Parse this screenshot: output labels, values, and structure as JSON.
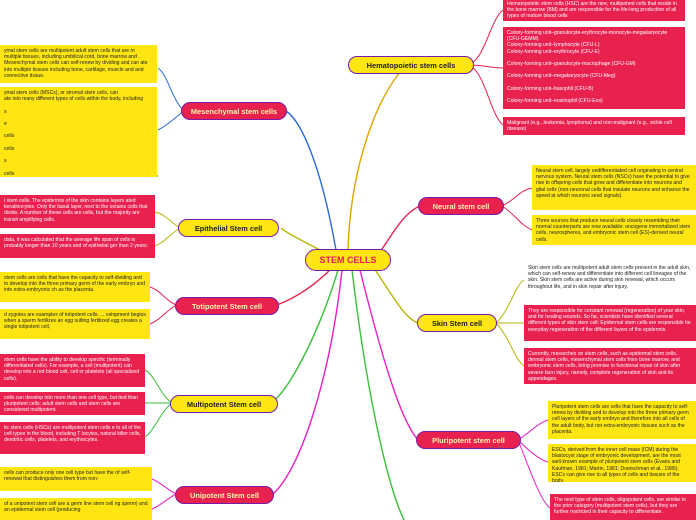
{
  "center": {
    "label": "STEM CELLS"
  },
  "nodes": {
    "hematopoietic": "Hematopoietic stem cells",
    "mesenchymal": "Mesenchymal stem cells",
    "epithelial": "Epithelial Stem cell",
    "totipotent": "Totipotent Stem cell",
    "multipotent": "Multipotent Stem cell",
    "unipotent": "Unipotent Stem cell",
    "neural": "Neural stem cell",
    "skin": "Skin Stem cell",
    "pluripotent": "Pluripotent stem cell"
  },
  "notes": {
    "hema_def": "Hematopoietic stem cells (HSC) are the rare, multipotent cells that reside in the bone marrow (BM) and are responsible for the life-long production of all types of mature blood cells",
    "hema_cfu": [
      "Colony-forming unit–granulocyte-erythrocyte-monocyte-megakaryocyte (CFU-GEMM)",
      "Colony-forming unit–lymphocyte (CFU-L)",
      "Colony-forming unit–erythrocyte (CFU-E)",
      "",
      "Colony-forming unit–granulocyte-macrophage (CFU-GM)",
      "",
      "Colony-forming unit–megakaryocyte (CFU-Meg)",
      "",
      "Colony-forming unit–basophil (CFU-B)",
      "",
      "Colony-forming unit–eosinophil (CFU-Eos)"
    ],
    "hema_disease": "Malignant (e.g., leukemia, lymphoma) and non-malignant (e.g., sickle cell disease)",
    "mes_1": "ymal stem cells are multipotent adult stem cells that are m multiple tissues, including umbilical cord, bone marrow and . Mesenchymal stem cells can self-renew by dividing and can ate into multiple tissues including bone, cartilage, muscle and and connective tissue.",
    "mes_2": [
      "ymal stem cells (MSCs), or stromal stem cells, can",
      "ate into many different types of cells within the body, including",
      "",
      "s",
      "",
      "e",
      "",
      "cells",
      "",
      "cells",
      "",
      "s",
      "",
      "cells"
    ],
    "epi_1": "l stem cells. The epidermis of the skin contains layers ated keratinocytes. Only the basal layer, next to the ontains cells that divide. A number of these cells are cells, but the majority are transit amplifying cells.",
    "epi_2": "data, it was calculated that the average life span of cells is probably longer than 10 years and of epithelial ger than 2 years.",
    "toti_1": "stem cells are cells that have the capacity to self-dividing and to develop into the three primary germ of the early embryo and into extra-embryonic ch as the placenta.",
    "toti_2": "d zygotes are examples of totipotent cells. ... velopment begins when a sperm fertilizes an egg sulting fertilized egg creates a single totipotent cell,",
    "multi_1": "stem cells have the ability to develop specific (terminally differentiated cells). For example, a cell (multipotent) can develop into a red blood cell, cell or platelets (all specialized cells).",
    "multi_2": "cells can develop into more than one cell type, but ited than pluripotent cells; adult stem cells and stem cells are considered multipotent.",
    "multi_3": "tic stem cells (HSCs) are multipotent stem cells e to all of the cell types in the blood, including T locytes, natural killer cells, dendritic cells, platelets, and erythrocytes.",
    "uni_1": "cells can produce only one cell type but have the of self- renewal that distinguishes them from non-",
    "uni_2": "of a unipotent stem cell are a germ line stem cell ng sperm) and an epidermal stem cell (producing",
    "neural_1": "Neural stem cell, largely undifferentiated cell originating in central nervous system. Neural stem cells (NSCs) have the potential to give rise to offspring cells that grow and differentiate into neurons and glial cells (non-neuronal cells that insulate neurons and enhance the speed at which neurons send signals).",
    "neural_2": "Three sources that produce neural cells closely resembling their normal counterparts are now available: oncogene immortalized stem cells, neurospheres, and embryonic stem cell (ES)-derived neural cells.",
    "skin_1": "Skin stem cells are multipotent adult stem cells present in the adult skin, which can self-renew and differentiate into different cell lineages of the skin. Skin stem cells are active during skin renewal, which occurs throughout life, and in skin repair after injury.",
    "skin_2": "They are responsible for constant renewal (regeneration) of your skin, and for healing wounds. So far, scientists have identified several different types of skin stem cell: Epidermal stem cells are responsible for everyday regeneration of the different layers of the epidermis.",
    "skin_3": "Currently, researches on stem cells, such as epidermal stem cells, dermal stem cells, mesenchymal stem cells from bone marrow, and embryonic stem cells, bring promise to functional repair of skin after severe burn injury, namely, complete regeneration of skin and its appendages.",
    "pluri_1": "Pluripotent stem cells are cells that have the capacity to self-renew by dividing and to develop into the three primary germ cell layers of the early embryo and therefore into all cells of the adult body, but not extra-embryonic tissues such as the placenta.",
    "pluri_2": "ESCs, derived from the inner cell mass (ICM) during the blastocyst stage of embryonic development, are the most well-known example of pluripotent stem cells (Evans and Kaufman, 1981; Martin, 1981; Doetschman et al., 1985). ESCs can give rise to all types of cells and tissues of the body.",
    "pluri_3": "The next type of stem cells, oligopotent cells, are similar to the prior category (multipotent stem cells), but they are further restricted in their capacity to differentiate."
  },
  "colors": {
    "red": "#e8214f",
    "yellow": "#ffe612",
    "border": "#7a1aa8"
  }
}
